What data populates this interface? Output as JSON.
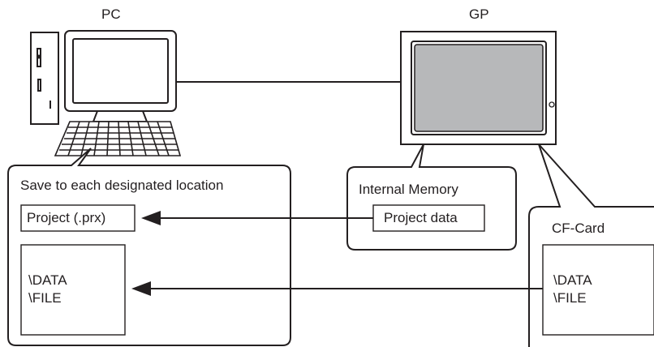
{
  "pc": {
    "label": "PC"
  },
  "gp": {
    "label": "GP"
  },
  "save_box": {
    "title": "Save to each designated location",
    "project_label": "Project (.prx)",
    "folders": "\\DATA\n\\FILE"
  },
  "internal_memory": {
    "title": "Internal Memory",
    "project_data_label": "Project data"
  },
  "cf_card": {
    "title": "CF-Card",
    "folders": "\\DATA\n\\FILE"
  },
  "colors": {
    "line": "#231f20",
    "screen_fill": "#b7b8ba",
    "background": "#ffffff"
  }
}
